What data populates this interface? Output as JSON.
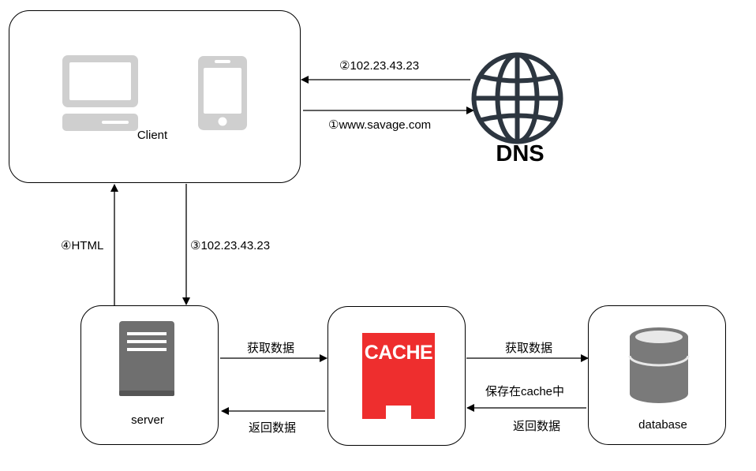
{
  "client": {
    "label": "Client"
  },
  "dns": {
    "label": "DNS"
  },
  "server": {
    "label": "server"
  },
  "cache": {
    "label": "CACHE"
  },
  "database": {
    "label": "database"
  },
  "edges": {
    "dns_reply": "②102.23.43.23",
    "dns_query": "①www.savage.com",
    "html_response": "④HTML",
    "server_request": "③102.23.43.23",
    "server_to_cache": "获取数据",
    "cache_to_server": "返回数据",
    "cache_to_db": "获取数据",
    "save_to_cache": "保存在cache中",
    "db_to_cache": "返回数据"
  },
  "colors": {
    "cache_red": "#ee2e2e",
    "icon_gray": "#cfcfcf",
    "server_gray": "#6f6f6f",
    "db_gray": "#7a7a7a",
    "globe": "#2d3640"
  }
}
